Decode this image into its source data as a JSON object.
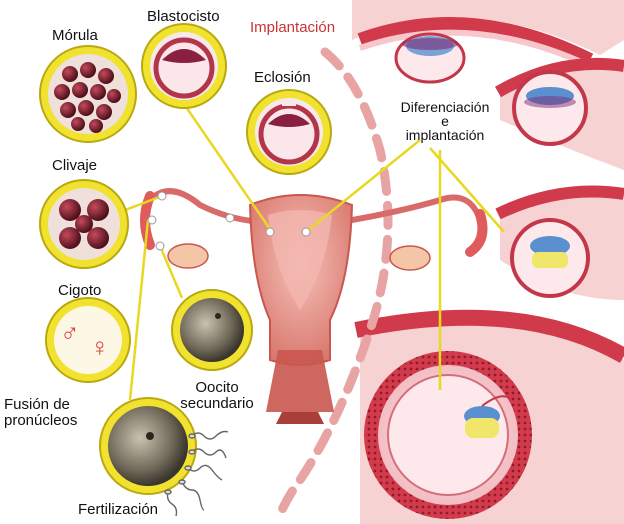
{
  "labels": {
    "morula": "Mórula",
    "blastocisto": "Blastocisto",
    "implantacion": "Implantación",
    "eclosion": "Eclosión",
    "diferenciacion_1": "Diferenciación",
    "diferenciacion_2": "e",
    "diferenciacion_3": "implantación",
    "clivaje": "Clivaje",
    "cigoto": "Cigoto",
    "fusion_1": "Fusión de",
    "fusion_2": "pronúcleos",
    "oocito_1": "Oocito",
    "oocito_2": "secundario",
    "fertilizacion": "Fertilización"
  },
  "symbols": {
    "male": "♂",
    "female": "♀"
  },
  "colors": {
    "ring": "#f2e230",
    "ring_stroke": "#b9a90f",
    "uterus": "#e79a90",
    "uterus_dark": "#c9574f",
    "endometrium": "#d13a4a",
    "cell": "#7a1c2a",
    "blastocoel": "#f9dde2",
    "icm": "#5a8fd0",
    "yolk": "#f0e66a",
    "implantation_path": "#e8a3a3",
    "label_red": "#c83434"
  }
}
